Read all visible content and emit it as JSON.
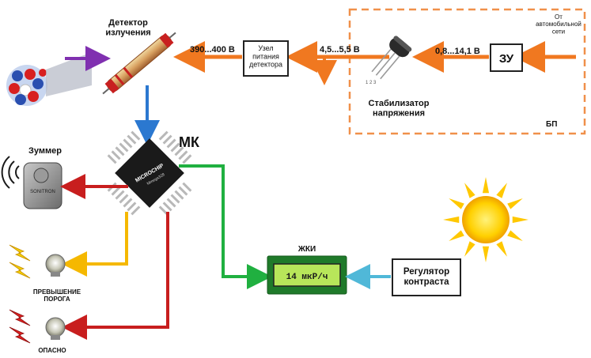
{
  "detector_label": "Детектор\nизлучения",
  "hv_voltage": "390...400 В",
  "hv_supply_label": "Узел\nпитания\nдетектора",
  "mid_voltage": "4,5...5,5 В",
  "stabilizer_label": "Стабилизатор\nнапряжения",
  "in_voltage": "0,8...14,1 В",
  "charger_label": "ЗУ",
  "car_source_label": "От\nавтомобильной\nсети",
  "psu_group_label": "БП",
  "mcu_label": "МК",
  "chip_brand": "MICROCHIP",
  "chip_model": "Mmega328",
  "buzzer_label": "Зуммер",
  "buzzer_text": "SONITRON",
  "lcd_title": "ЖКИ",
  "lcd_reading": "14 мкР/ч",
  "contrast_label": "Регулятор\nконтраста",
  "threshold_label": "ПРЕВЫШЕНИЕ\nПОРОГА",
  "danger_label": "ОПАСНО",
  "colors": {
    "orange": "#f07820",
    "blue": "#2b78d0",
    "red": "#c81e1e",
    "yellow": "#f5b800",
    "green": "#20b040",
    "cyan": "#50b8d8",
    "purple": "#8030b0",
    "dash": "#f0904a"
  }
}
